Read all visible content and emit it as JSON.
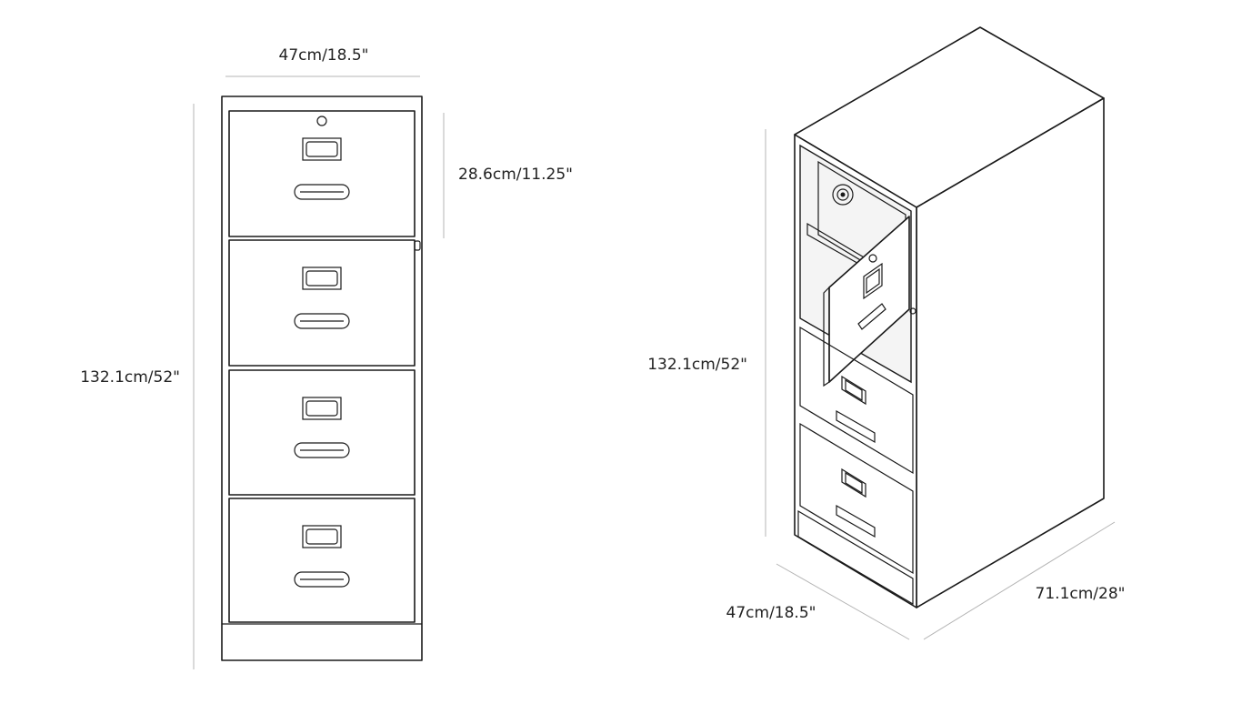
{
  "front_view": {
    "width_label": "47cm/18.5\"",
    "height_label": "132.1cm/52\"",
    "drawer_height_label": "28.6cm/11.25\"",
    "drawer_count": 4
  },
  "iso_view": {
    "height_label": "132.1cm/52\"",
    "width_label": "47cm/18.5\"",
    "depth_label": "71.1cm/28\""
  },
  "colors": {
    "line": "#1a1a1a",
    "dimension": "#b4b4b4",
    "text": "#222222"
  }
}
